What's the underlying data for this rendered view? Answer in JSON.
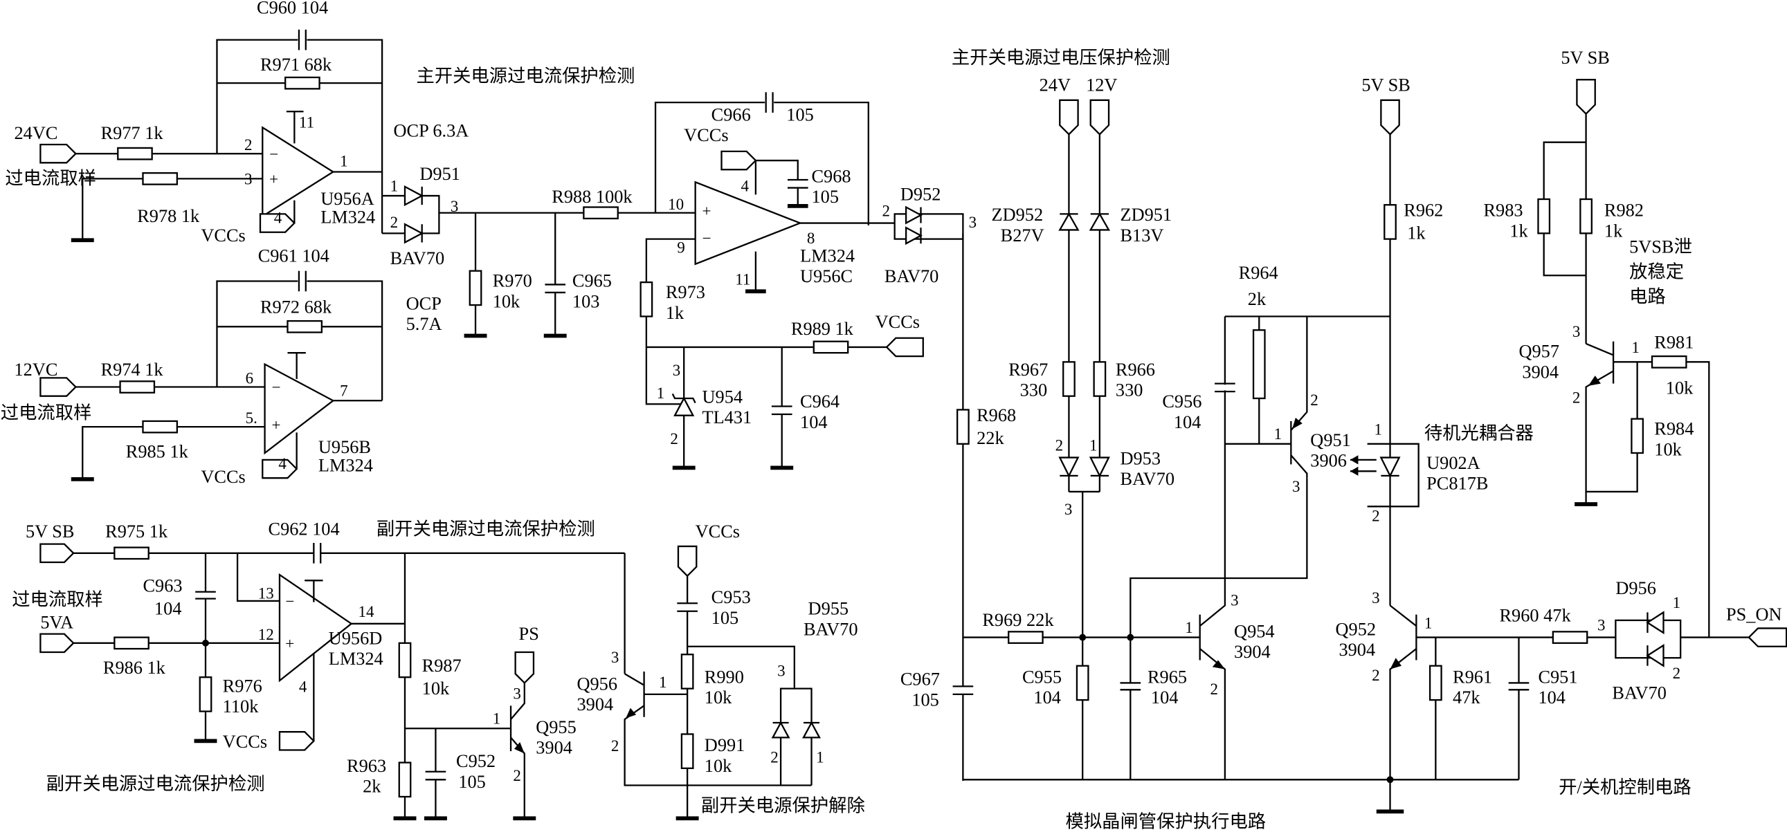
{
  "sections": {
    "main_ocp": "主开关电源过电流保护检测",
    "main_ovp": "主开关电源过电压保护检测",
    "aux_ocp_top": "副开关电源过电流保护检测",
    "aux_ocp_bottom": "副开关电源过电流保护检测",
    "aux_release": "副开关电源保护解除",
    "scr_exec": "模拟晶闸管保护执行电路",
    "onoff": "开/关机控制电路",
    "standby_opto": "待机光耦合器",
    "bleed_1": "5VSB泄",
    "bleed_2": "放稳定",
    "bleed_3": "电路",
    "sample_1": "过电流取样",
    "sample_2": "过电流取样",
    "sample_3": "过电流取样"
  },
  "nets": {
    "v24vc": "24VC",
    "v12vc": "12VC",
    "v5vsb_a": "5V  SB",
    "v5va": "5VA",
    "v24v": "24V",
    "v12v": "12V",
    "v5vsb_b": "5V SB",
    "v5vsb_c": "5V SB",
    "ps": "PS",
    "ps_on": "PS_ON",
    "vccs_1": "VCCs",
    "vccs_2": "VCCs",
    "vccs_3": "VCCs",
    "vccs_4": "VCCs",
    "vccs_5": "VCCs",
    "vccs_6": "VCCs"
  },
  "labels": {
    "c960": "C960  104",
    "r971": "R971  68k",
    "r977": "R977  1k",
    "r978": "R978 1k",
    "u956a": "U956A",
    "u956a_t": "LM324",
    "ocp1": "OCP  6.3A",
    "d951": "D951",
    "bav70_1": "BAV70",
    "c961": "C961  104",
    "r972": "R972  68k",
    "ocp2a": "OCP",
    "ocp2b": "5.7A",
    "r974": "R974  1k",
    "r985": "R985  1k",
    "u956b": "U956B",
    "u956b_t": "LM324",
    "r970": "R970",
    "r970_v": "10k",
    "c965": "C965",
    "c965_v": "103",
    "r988": "R988  100k",
    "c966": "C966",
    "c966_v": "105",
    "c968": "C968",
    "c968_v": "105",
    "u956c_t": "LM324",
    "u956c": "U956C",
    "r973": "R973",
    "r973_v": "1k",
    "r989": "R989 1k",
    "u954": "U954",
    "u954_t": "TL431",
    "c964": "C964",
    "c964_v": "104",
    "d952": "D952",
    "bav70_2": "BAV70",
    "r968": "R968",
    "r968_v": "22k",
    "c967": "C967",
    "c967_v": "105",
    "zd952": "ZD952",
    "zd952_v": "B27V",
    "zd951": "ZD951",
    "zd951_v": "B13V",
    "r967": "R967",
    "r967_v": "330",
    "r966": "R966",
    "r966_v": "330",
    "d953": "D953",
    "bav70_3": "BAV70",
    "r969": "R969  22k",
    "c955": "C955",
    "c955_v": "104",
    "r965": "R965",
    "r965_v": "104",
    "q954": "Q954",
    "q954_t": "3904",
    "r964": "R964",
    "r964_v": "2k",
    "c956": "C956",
    "c956_v": "104",
    "q951": "Q951",
    "q951_t": "3906",
    "r962": "R962",
    "r962_v": "1k",
    "u902a": "U902A",
    "u902a_t": "PC817B",
    "q952": "Q952",
    "q952_t": "3904",
    "r961": "R961",
    "r961_v": "47k",
    "c951": "C951",
    "c951_v": "104",
    "r960": "R960  47k",
    "d956": "D956",
    "bav70_4": "BAV70",
    "r983": "R983",
    "r983_v": "1k",
    "r982": "R982",
    "r982_v": "1k",
    "q957": "Q957",
    "q957_t": "3904",
    "r981": "R981",
    "r981_v": "10k",
    "r984": "R984",
    "r984_v": "10k",
    "r975": "R975 1k",
    "c962": "C962  104",
    "c963": "C963",
    "c963_v": "104",
    "r986": "R986  1k",
    "r976": "R976",
    "r976_v": "110k",
    "u956d": "U956D",
    "u956d_t": "LM324",
    "r987": "R987",
    "r987_v": "10k",
    "r963": "R963",
    "r963_v": "2k",
    "c952": "C952",
    "c952_v": "105",
    "q955": "Q955",
    "q955_t": "3904",
    "q956": "Q956",
    "q956_t": "3904",
    "c953": "C953",
    "c953_v": "105",
    "d955": "D955",
    "bav70_5": "BAV70",
    "r990": "R990",
    "r990_v": "10k",
    "d991": "D991",
    "d991_v": "10k"
  },
  "pins": {
    "a2": "2",
    "a3": "3",
    "a1": "1",
    "a11": "11",
    "a4": "4",
    "am": "−",
    "ap": "+",
    "b6": "6",
    "b5": "5.",
    "b7": "7",
    "b4": "4",
    "bm": "−",
    "bp": "+",
    "d1": "1",
    "d2": "2",
    "d3": "3",
    "c10": "10",
    "c9": "9",
    "c8": "8",
    "c4": "4",
    "c11": "11",
    "cm": "−",
    "cp": "+",
    "u3": "3",
    "u1": "1",
    "u2": "2",
    "e2": "2",
    "e3": "3",
    "f2": "2",
    "f1": "1",
    "f3": "3",
    "q54_1": "1",
    "q54_3": "3",
    "q54_2": "2",
    "q51_1": "1",
    "q51_2": "2",
    "q51_3": "3",
    "o1": "1",
    "o2": "2",
    "q52_1": "1",
    "q52_3": "3",
    "q52_2": "2",
    "r960_3": "3",
    "d956_1": "1",
    "d956_2": "2",
    "q57_1": "1",
    "q57_3": "3",
    "q57_2": "2",
    "d13": "13",
    "d12": "12",
    "d14": "14",
    "d4": "4",
    "dm": "−",
    "dp": "+",
    "q55_1": "1",
    "q55_3": "3",
    "q55_2": "2",
    "q56_1": "1",
    "q56_3": "3",
    "q56_2": "2",
    "d55_3": "3",
    "d55_2": "2",
    "d55_1": "1"
  }
}
